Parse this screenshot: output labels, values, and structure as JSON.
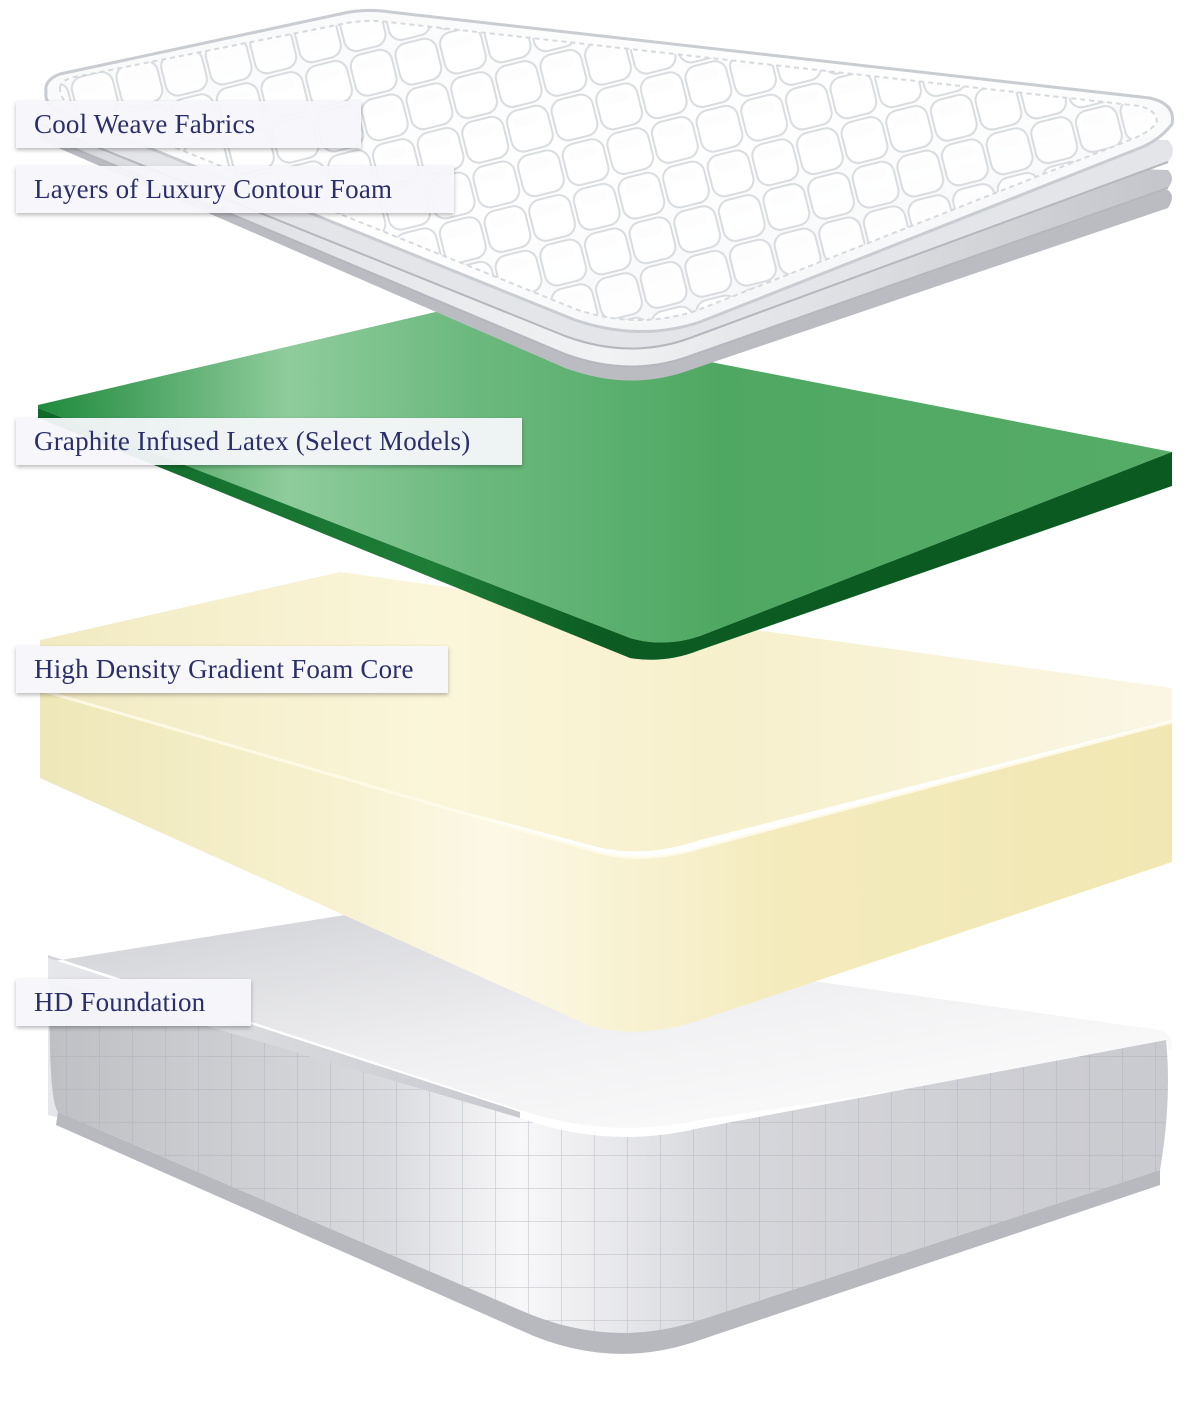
{
  "layers": [
    {
      "label": "Cool Weave Fabrics",
      "color": "#f4f5f7"
    },
    {
      "label": "Layers of Luxury Contour Foam",
      "color": "#dedfe2"
    },
    {
      "label": "Graphite Infused Latex (Select Models)",
      "color": "#4fa862"
    },
    {
      "label": "High Density Gradient Foam Core",
      "color": "#f5ecba"
    },
    {
      "label": "HD Foundation",
      "color": "#d8d9dd"
    }
  ],
  "colors": {
    "label_text": "#2a2f6b",
    "label_background": "#f6f7fb"
  }
}
